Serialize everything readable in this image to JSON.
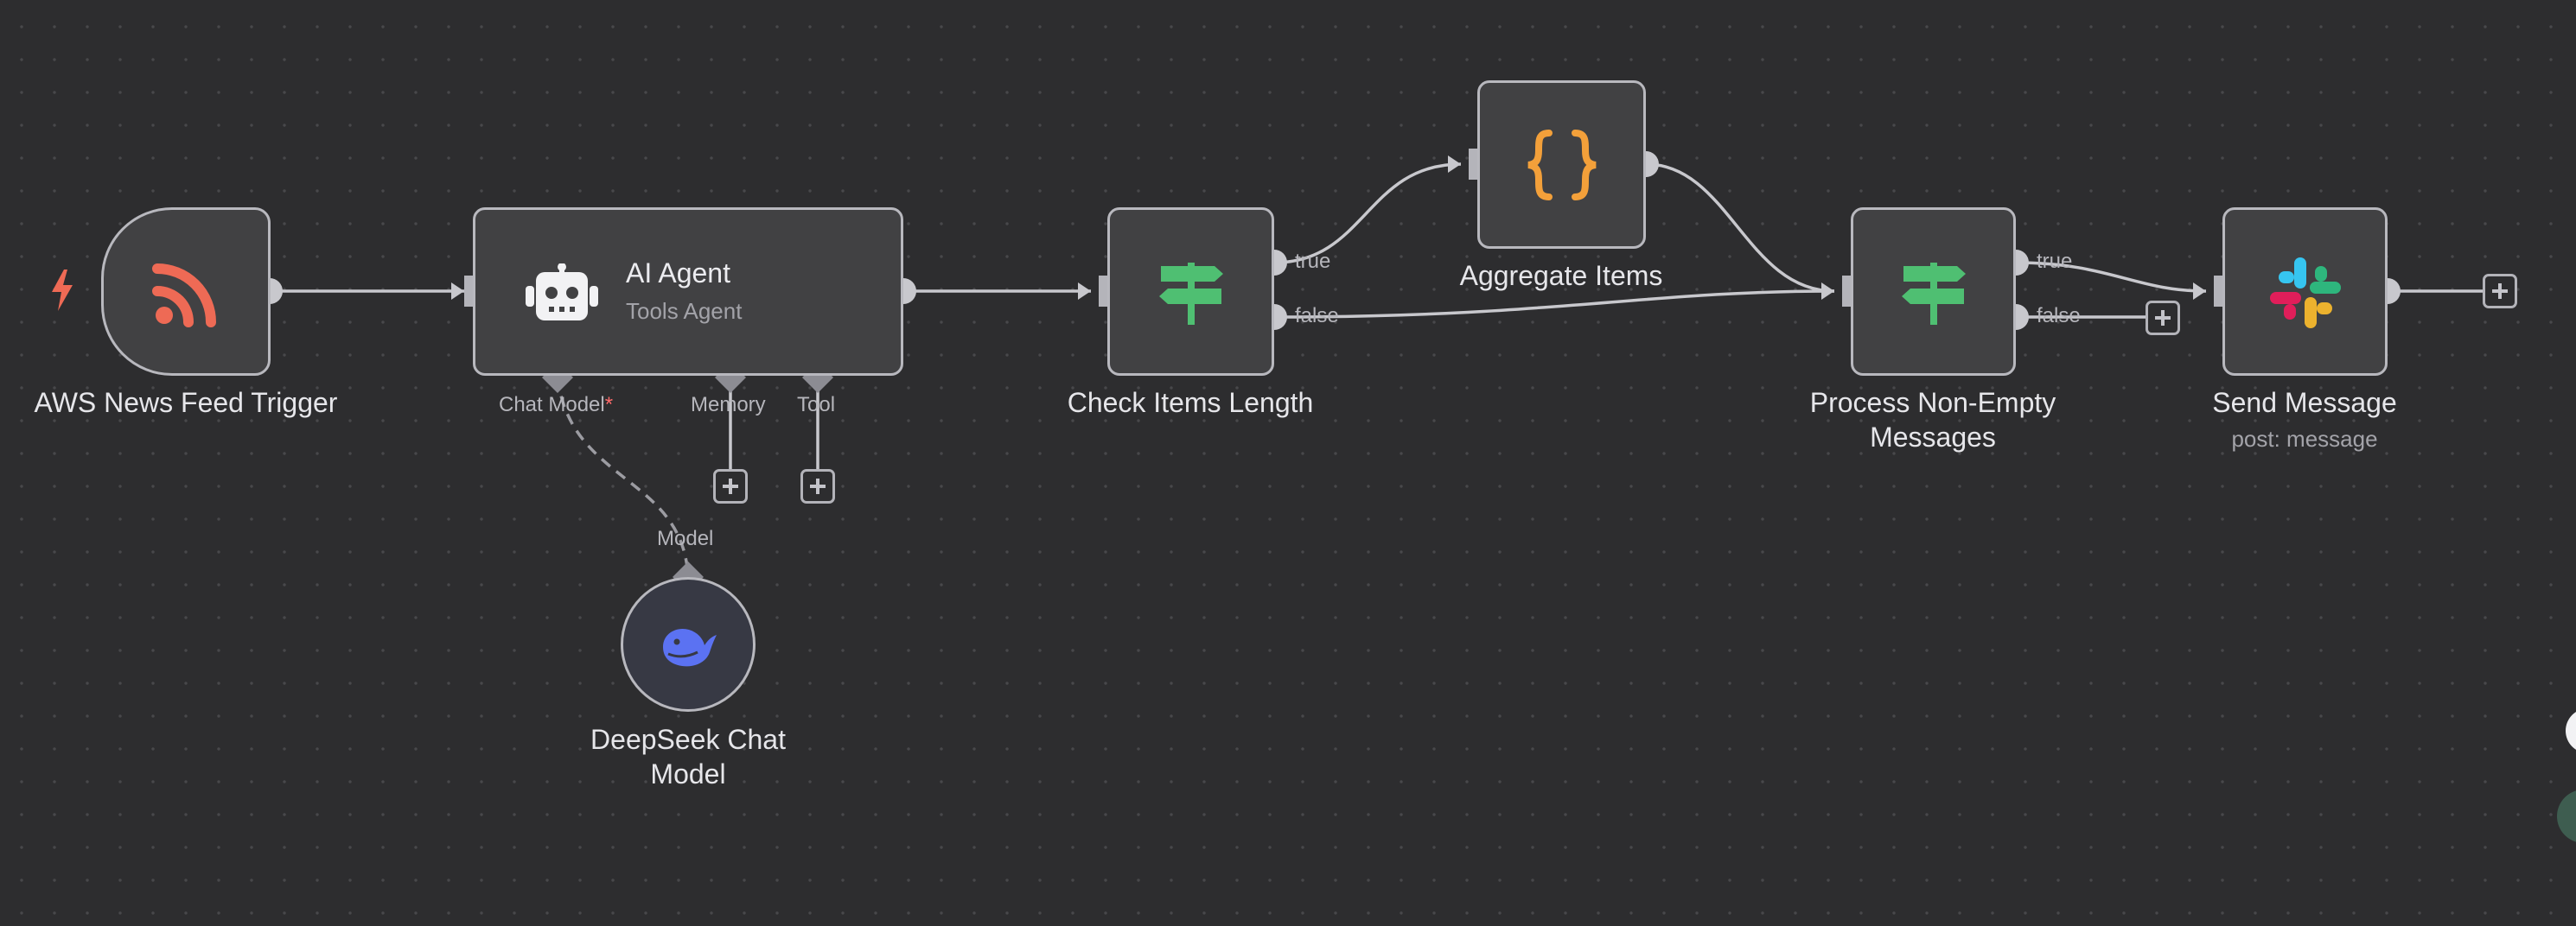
{
  "nodes": {
    "aws_trigger": {
      "name": "AWS News Feed Trigger",
      "icon": "rss-feed-icon"
    },
    "ai_agent": {
      "name": "AI Agent",
      "subtitle": "Tools Agent",
      "icon": "robot-icon",
      "ports": {
        "chat_model": "Chat Model",
        "required_mark": "*",
        "memory": "Memory",
        "tool": "Tool"
      }
    },
    "deepseek": {
      "name": "DeepSeek Chat\nModel",
      "port": "Model",
      "icon": "deepseek-whale-icon"
    },
    "check_items": {
      "name": "Check Items Length",
      "true_label": "true",
      "false_label": "false",
      "icon": "signpost-icon"
    },
    "aggregate": {
      "name": "Aggregate Items",
      "icon": "curly-braces-icon"
    },
    "process": {
      "name": "Process Non-Empty\nMessages",
      "true_label": "true",
      "false_label": "false",
      "icon": "signpost-icon"
    },
    "send_message": {
      "name": "Send Message",
      "subtitle": "post: message",
      "icon": "slack-icon"
    }
  },
  "colors": {
    "canvas": "#2d2d2f",
    "node": "#414143",
    "border": "#b8b8be",
    "trigger_bolt": "#ee6a55",
    "rss": "#ee6a55",
    "signpost": "#4fbf72",
    "braces": "#f3a03a",
    "deepseek": "#5b72f2",
    "required": "#ff6b6b"
  }
}
